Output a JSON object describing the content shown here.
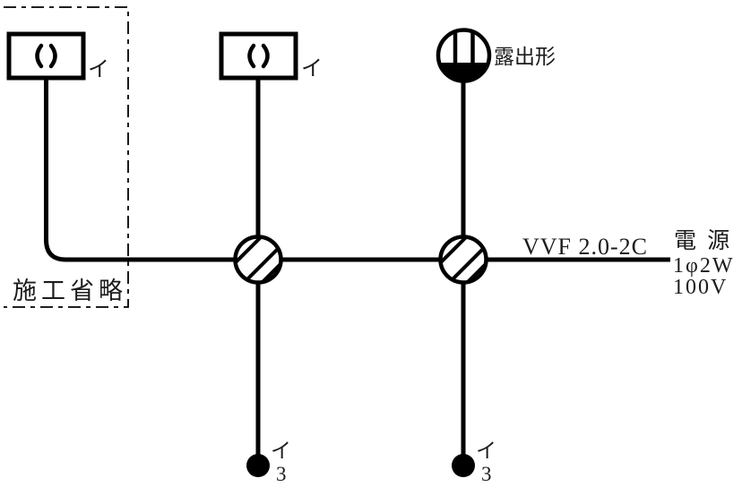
{
  "diagram": {
    "kind": "single-line electrical wiring diagram",
    "colors": {
      "ink": "#000000",
      "background": "#ffffff",
      "text": "#1c1c1c"
    },
    "labels": {
      "lamp_left_circuit": "イ",
      "lamp_middle_circuit": "イ",
      "rosette_type": "露出形",
      "cable_spec": "VVF 2.0-2C",
      "power_title": "電 源",
      "power_phase": "1φ2W",
      "power_voltage": "100V",
      "construction_omitted": "施工省略",
      "switch_left_circuit": "イ",
      "switch_left_ways": "3",
      "switch_right_circuit": "イ",
      "switch_right_ways": "3"
    },
    "icons": {
      "ceiling_rosette_square": "rectangle with ( ) slot marks",
      "ceiling_rosette_round_exposed": "circle with two vertical bars and filled bottom segment",
      "junction_box": "circle with three diagonal hatch lines",
      "three_way_switch": "solid filled dot"
    }
  }
}
